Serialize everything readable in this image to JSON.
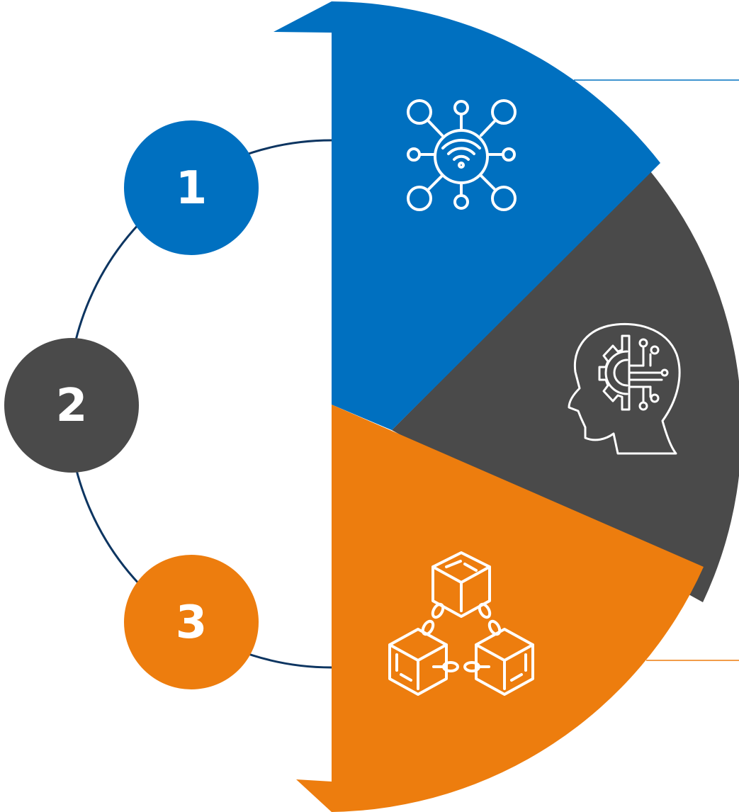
{
  "colors": {
    "blue": "#0070C0",
    "dark": "#4A4A4A",
    "orange": "#ED7D0E",
    "ring": "#0D3561",
    "icon_stroke": "#ffffff",
    "background": "#ffffff"
  },
  "steps": [
    {
      "number": "1",
      "color": "blue",
      "icon": "network-hub-icon"
    },
    {
      "number": "2",
      "color": "dark",
      "icon": "ai-head-gear-icon"
    },
    {
      "number": "3",
      "color": "orange",
      "icon": "blockchain-cubes-icon"
    }
  ]
}
